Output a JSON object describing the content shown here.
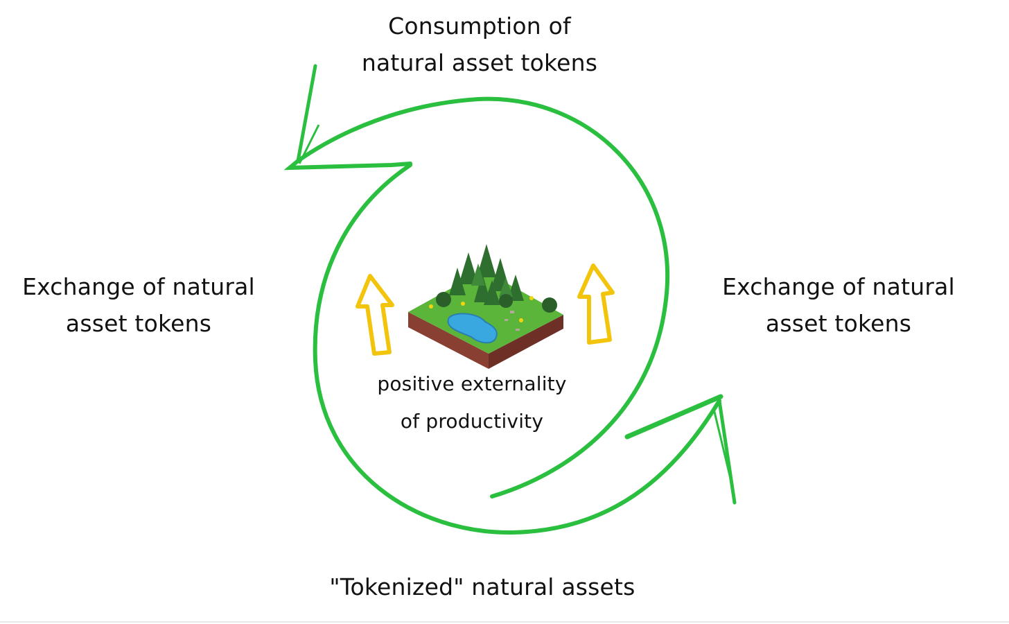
{
  "diagram": {
    "top_label": {
      "line1": "Consumption of",
      "line2": "natural asset tokens"
    },
    "left_label": {
      "line1": "Exchange of natural",
      "line2": "asset tokens"
    },
    "right_label": {
      "line1": "Exchange of natural",
      "line2": "asset tokens"
    },
    "bottom_label": {
      "line1": "\"Tokenized\" natural assets"
    },
    "center_label": {
      "line1": "positive externality",
      "line2": "of productivity"
    },
    "colors": {
      "cycle_arrow": "#2bbf40",
      "up_arrows": "#f2c40c",
      "ground": "#5ab53a",
      "soil": "#8a3f33",
      "water": "#3aa8e0",
      "trees": "#2e6e2e"
    },
    "icons": {
      "cycle": "circular-arrows",
      "land": "forest-island-icon",
      "growth": "up-arrow-icon"
    }
  }
}
